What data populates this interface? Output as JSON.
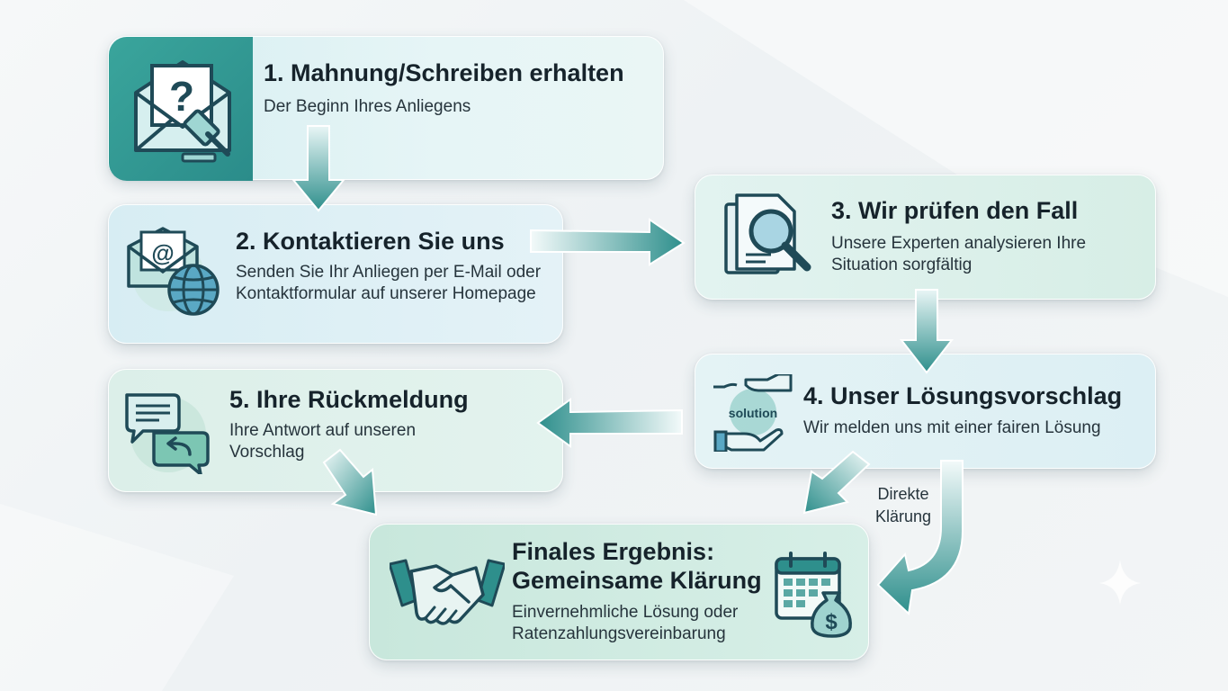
{
  "steps": [
    {
      "title": "1. Mahnung/Schreiben erhalten",
      "desc": "Der Beginn Ihres Anliegens"
    },
    {
      "title": "2. Kontaktieren Sie uns",
      "desc": "Senden Sie Ihr Anliegen per E-Mail oder Kontaktformular auf unserer Homepage"
    },
    {
      "title": "3. Wir prüfen den Fall",
      "desc": "Unsere Experten analysieren Ihre Situation sorgfältig"
    },
    {
      "title": "4. Unser Lösungsvorschlag",
      "desc": "Wir melden uns mit einer fairen Lösung",
      "icon_text": "solution"
    },
    {
      "title": "5. Ihre Rückmeldung",
      "desc": "Ihre Antwort auf unseren Vorschlag"
    }
  ],
  "final": {
    "title_line1": "Finales Ergebnis:",
    "title_line2": "Gemeinsame Klärung",
    "desc": "Einvernehmliche Lösung oder Ratenzahlungsvereinbarung"
  },
  "direct_label": {
    "line1": "Direkte",
    "line2": "Klärung"
  },
  "icons": {
    "step1": "envelope-question-gavel-icon",
    "step2": "email-globe-icon",
    "step3": "document-magnifier-icon",
    "step4": "hands-solution-icon",
    "step5": "chat-bubbles-icon",
    "final_left": "handshake-icon",
    "final_right": "calendar-money-bag-icon"
  },
  "colors": {
    "teal": "#2e8f8c",
    "teal_light": "#7cc6c1",
    "icon_stroke": "#1f4a57",
    "icon_fill": "#cdeaf0"
  }
}
